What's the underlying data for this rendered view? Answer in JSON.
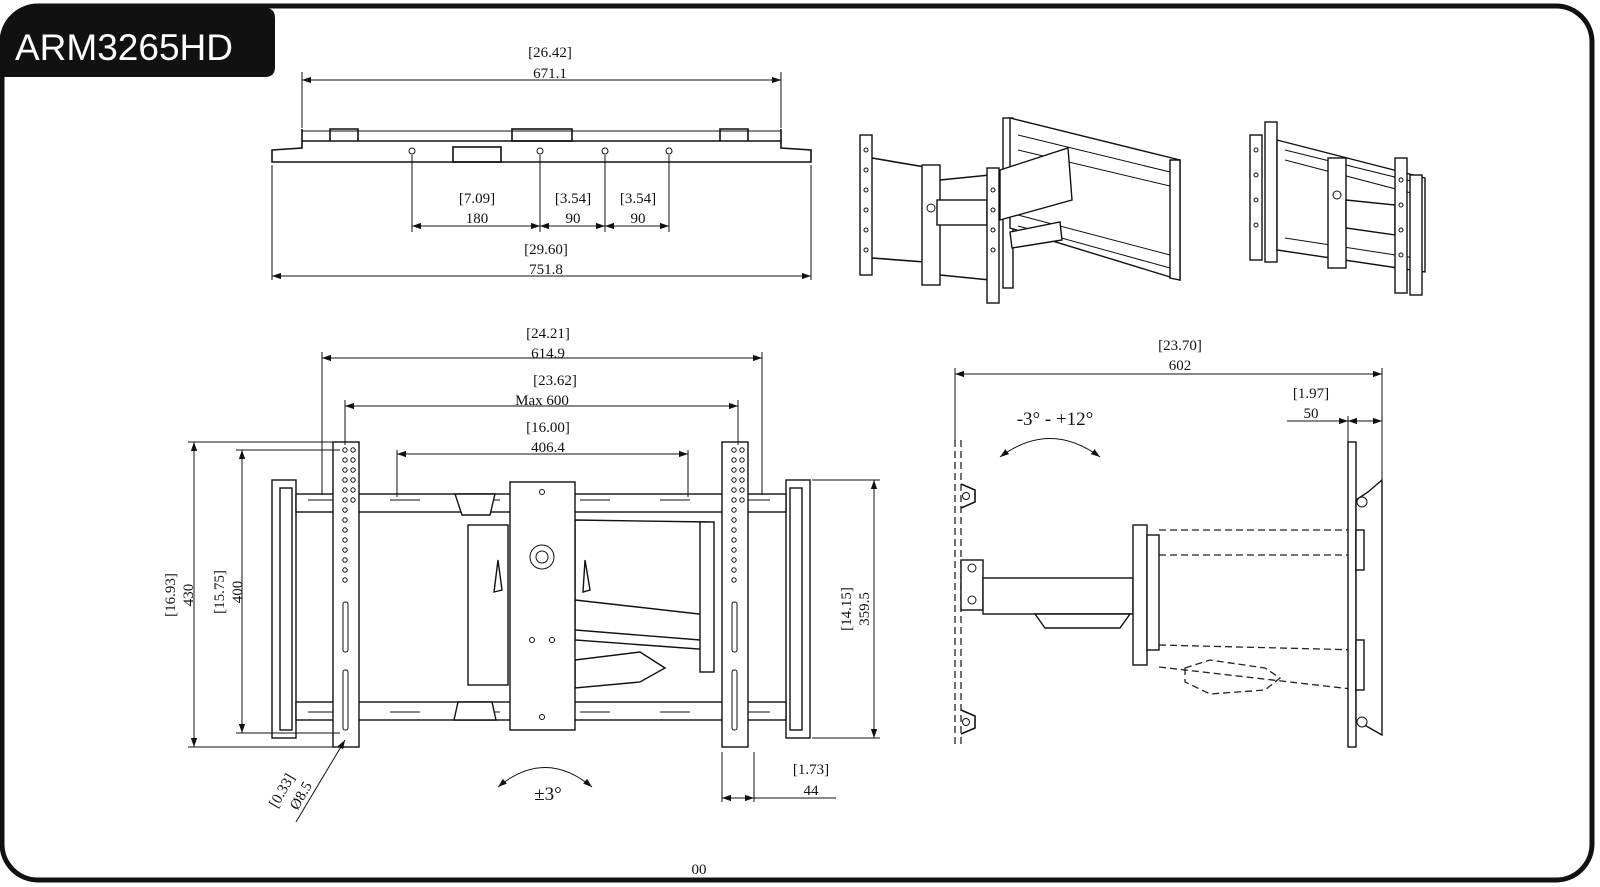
{
  "title": "ARM3265HD",
  "page_number": "00",
  "top_view": {
    "width_outer_in": "[26.42]",
    "width_outer_mm": "671.1",
    "d1_in": "[7.09]",
    "d1_mm": "180",
    "d2_in": "[3.54]",
    "d2_mm": "90",
    "d3_in": "[3.54]",
    "d3_mm": "90",
    "total_in": "[29.60]",
    "total_mm": "751.8"
  },
  "front_view": {
    "width_in": "[24.21]",
    "width_mm": "614.9",
    "max_in": "[23.62]",
    "max_mm": "Max  600",
    "inner_in": "[16.00]",
    "inner_mm": "406.4",
    "h_outer_in": "[16.93]",
    "h_outer_mm": "430",
    "h_inner_in": "[15.75]",
    "h_inner_mm": "400",
    "h_right_in": "[14.15]",
    "h_right_mm": "359.5",
    "bracket_in": "[1.73]",
    "bracket_mm": "44",
    "hole_in": "[0.33]",
    "hole_mm": "Ø8.5",
    "rotation": "±3°"
  },
  "side_view": {
    "extension_in": "[23.70]",
    "extension_mm": "602",
    "profile_in": "[1.97]",
    "profile_mm": "50",
    "tilt": "-3° - +12°"
  }
}
